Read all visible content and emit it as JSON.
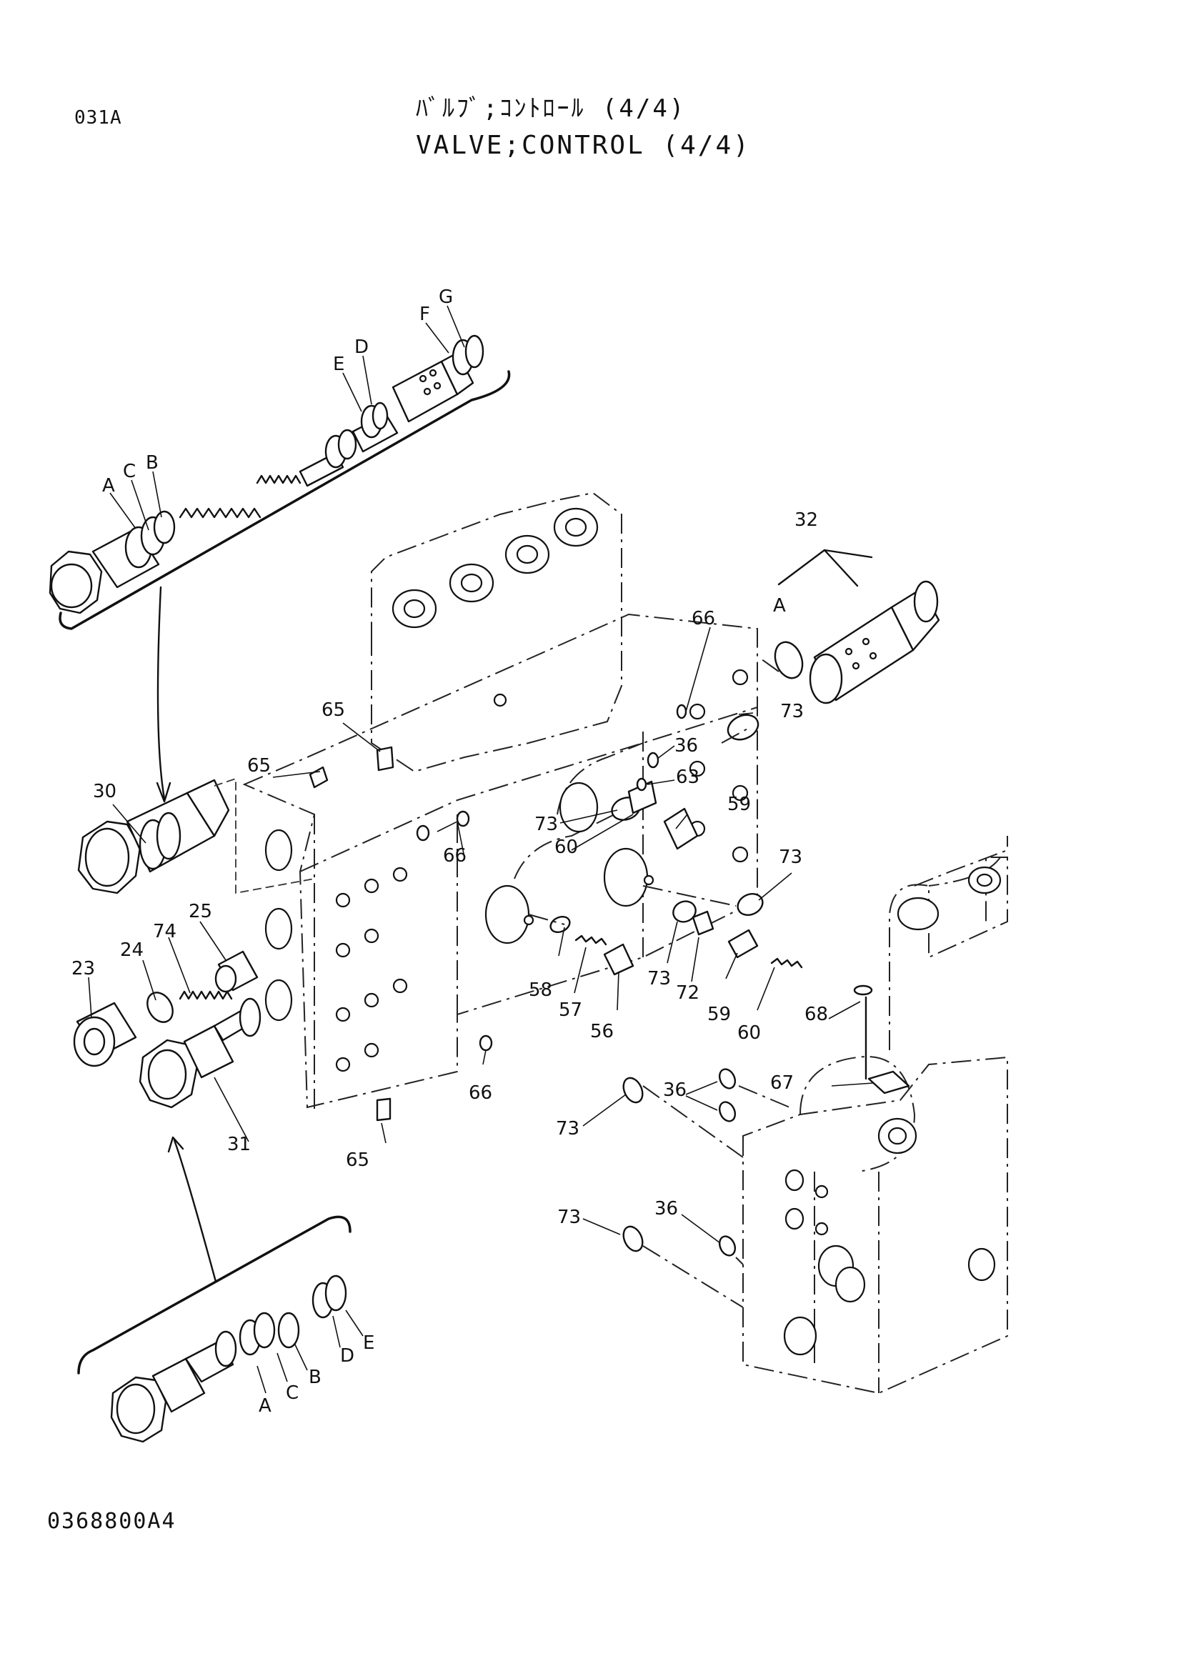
{
  "header": {
    "page_code": "031A",
    "title_jp": "ﾊﾞﾙﾌﾞ;ｺﾝﾄﾛｰﾙ (4/4)",
    "title_en": "VALVE;CONTROL (4/4)"
  },
  "footer": {
    "drawing_number": "0368800A4"
  },
  "callouts": {
    "c23": "23",
    "c24": "24",
    "c25": "25",
    "c30": "30",
    "c31": "31",
    "c32": "32",
    "c36a": "36",
    "c36b": "36",
    "c36c": "36",
    "c56": "56",
    "c57": "57",
    "c58": "58",
    "c59a": "59",
    "c59b": "59",
    "c60a": "60",
    "c60b": "60",
    "c63": "63",
    "c65a": "65",
    "c65b": "65",
    "c65c": "65",
    "c66a": "66",
    "c66b": "66",
    "c66c": "66",
    "c67": "67",
    "c68": "68",
    "c72": "72",
    "c73a": "73",
    "c73b": "73",
    "c73c": "73",
    "c73d": "73",
    "c73e": "73",
    "c73f": "73",
    "c74": "74"
  },
  "detail_top_letters": {
    "a": "A",
    "b": "B",
    "c": "C",
    "d": "D",
    "e": "E",
    "f": "F",
    "g": "G"
  },
  "detail_bottom_letters": {
    "a": "A",
    "b": "B",
    "c": "C",
    "d": "D",
    "e": "E"
  },
  "part32_letter": "A"
}
